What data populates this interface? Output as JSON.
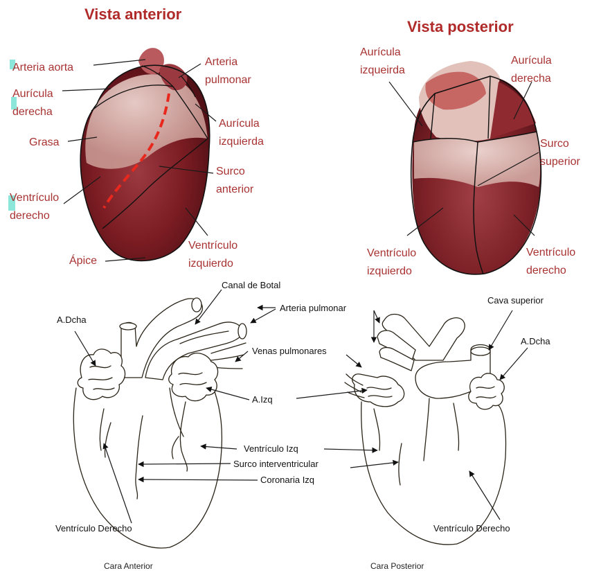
{
  "top_left": {
    "title": "Vista anterior",
    "labels": {
      "arteria_aorta": "Arteria aorta",
      "arteria_pulmonar_1": "Arteria",
      "arteria_pulmonar_2": "pulmonar",
      "auricula_derecha_1": "Aurícula",
      "auricula_derecha_2": "derecha",
      "grasa": "Grasa",
      "auricula_izquierda_1": "Aurícula",
      "auricula_izquierda_2": "izquierda",
      "surco_anterior_1": "Surco",
      "surco_anterior_2": "anterior",
      "ventriculo_derecho_1": "Ventrículo",
      "ventriculo_derecho_2": "derecho",
      "apice": "Ápice",
      "ventriculo_izquierdo_1": "Ventrículo",
      "ventriculo_izquierdo_2": "izquierdo"
    }
  },
  "top_right": {
    "title": "Vista posterior",
    "labels": {
      "auricula_izqueirda_1": "Aurícula",
      "auricula_izqueirda_2": "izqueirda",
      "auricula_derecha_1": "Aurícula",
      "auricula_derecha_2": "derecha",
      "surco_superior_1": "Surco",
      "surco_superior_2": "superior",
      "ventriculo_izquierdo_1": "Ventrículo",
      "ventriculo_izquierdo_2": "izquierdo",
      "ventriculo_derecho_1": "Ventrículo",
      "ventriculo_derecho_2": "derecho"
    }
  },
  "bottom": {
    "labels": {
      "canal_de_botal": "Canal de Botal",
      "arteria_pulmonar": "Arteria pulmonar",
      "a_dcha_left": "A.Dcha",
      "venas_pulmonares": "Venas pulmonares",
      "a_izq": "A.Izq",
      "ventriculo_izq": "Ventrículo Izq",
      "surco_interventricular": "Surco interventricular",
      "coronaria_izq": "Coronaria Izq",
      "ventriculo_derecho_left": "Ventrículo Derecho",
      "cava_superior": "Cava superior",
      "a_dcha_right": "A.Dcha",
      "ventriculo_derecho_right": "Ventrículo Derecho"
    },
    "captions": {
      "cara_anterior": "Cara Anterior",
      "cara_posterior": "Cara Posterior"
    }
  },
  "colors": {
    "title_red": "#b02a2a",
    "label_red": "#a83232",
    "heart_dark": "#7a1c22",
    "heart_mid": "#a8464a",
    "fat": "#d9b8b0",
    "dashed_line": "#e8281c",
    "marker_cyan": "#6fe0d0"
  }
}
